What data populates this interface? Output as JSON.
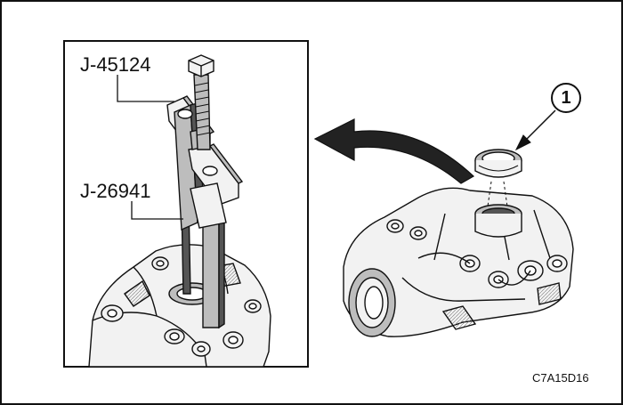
{
  "labels": {
    "tool_top": "J-45124",
    "tool_bottom": "J-26941",
    "callout": "1",
    "figure_code": "C7A15D16"
  },
  "colors": {
    "line": "#111111",
    "metal_light": "#f2f2f2",
    "metal_mid": "#bdbdbd",
    "metal_dark": "#555555",
    "background": "#ffffff"
  },
  "icons": {
    "arrow": "curved-arrow-left",
    "callout_marker": "circled-number"
  }
}
